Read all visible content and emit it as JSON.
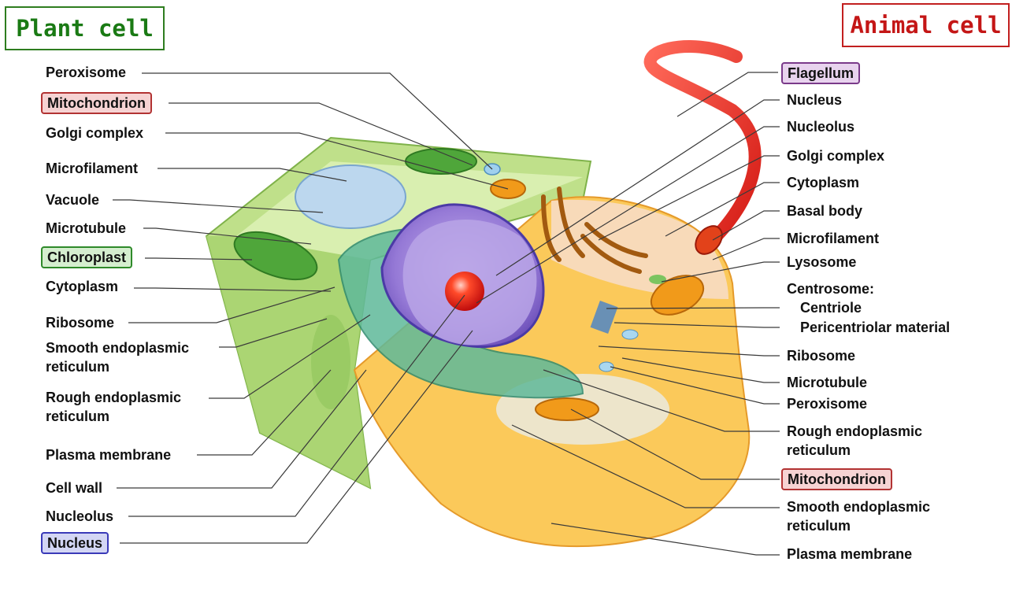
{
  "titles": {
    "plant": "Plant cell",
    "animal": "Animal cell"
  },
  "colors": {
    "plant_title": "#1a7a14",
    "animal_title": "#c41616",
    "highlight_red": "#f6d3d3",
    "highlight_green": "#d5eecf",
    "highlight_blue": "#d3d6f4",
    "highlight_purple": "#e8d3ee"
  },
  "plant_labels": [
    {
      "text": "Peroxisome",
      "highlight": ""
    },
    {
      "text": "Mitochondrion",
      "highlight": "red"
    },
    {
      "text": "Golgi complex",
      "highlight": ""
    },
    {
      "text": "Microfilament",
      "highlight": ""
    },
    {
      "text": "Vacuole",
      "highlight": ""
    },
    {
      "text": "Microtubule",
      "highlight": ""
    },
    {
      "text": "Chloroplast",
      "highlight": "green"
    },
    {
      "text": "Cytoplasm",
      "highlight": ""
    },
    {
      "text": "Ribosome",
      "highlight": ""
    },
    {
      "text": "Smooth endoplasmic reticulum",
      "highlight": ""
    },
    {
      "text": "Rough endoplasmic reticulum",
      "highlight": ""
    },
    {
      "text": "Plasma membrane",
      "highlight": ""
    },
    {
      "text": "Cell wall",
      "highlight": ""
    },
    {
      "text": "Nucleolus",
      "highlight": ""
    },
    {
      "text": "Nucleus",
      "highlight": "blue"
    }
  ],
  "animal_labels": [
    {
      "text": "Flagellum",
      "highlight": "purple"
    },
    {
      "text": "Nucleus",
      "highlight": ""
    },
    {
      "text": "Nucleolus",
      "highlight": ""
    },
    {
      "text": "Golgi complex",
      "highlight": ""
    },
    {
      "text": "Cytoplasm",
      "highlight": ""
    },
    {
      "text": "Basal body",
      "highlight": ""
    },
    {
      "text": "Microfilament",
      "highlight": ""
    },
    {
      "text": "Lysosome",
      "highlight": ""
    },
    {
      "text": "Centrosome:",
      "highlight": ""
    },
    {
      "text": "Centriole",
      "highlight": ""
    },
    {
      "text": "Pericentriolar material",
      "highlight": ""
    },
    {
      "text": "Ribosome",
      "highlight": ""
    },
    {
      "text": "Microtubule",
      "highlight": ""
    },
    {
      "text": "Peroxisome",
      "highlight": ""
    },
    {
      "text": "Rough endoplasmic reticulum",
      "highlight": ""
    },
    {
      "text": "Mitochondrion",
      "highlight": "red"
    },
    {
      "text": "Smooth endoplasmic reticulum",
      "highlight": ""
    },
    {
      "text": "Plasma membrane",
      "highlight": ""
    }
  ]
}
